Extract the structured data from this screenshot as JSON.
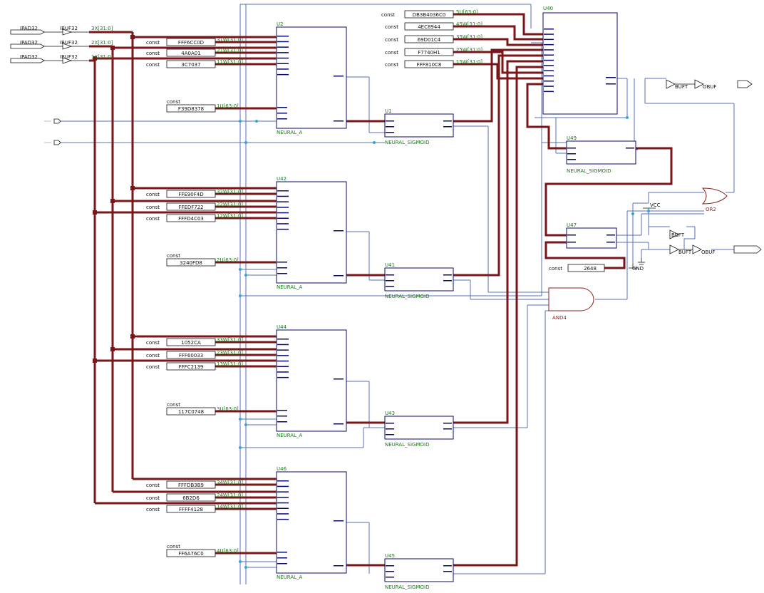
{
  "colors": {
    "bus": "#7a1518",
    "wire": "#5a6fb8",
    "junction": "#2fa8d8",
    "block": "#0a0a6e",
    "netlabel": "#1a7a1a",
    "text": "#111111",
    "gate": "#8a2020"
  },
  "inputs": [
    {
      "pad": "IPAD32",
      "buf": "IBUF32",
      "net": "3X[31:0]"
    },
    {
      "pad": "IPAD32",
      "buf": "IBUF32",
      "net": "2X[31:0]"
    },
    {
      "pad": "IPAD32",
      "buf": "IBUF32",
      "net": "1X[31:0]"
    }
  ],
  "const_word": "const",
  "neurons": [
    {
      "name": "U2",
      "type": "NEURAL_A",
      "weights": [
        {
          "value": "FFF6CC0D",
          "net": "31W[31:0]"
        },
        {
          "value": "4A0A01",
          "net": "21W[31:0]"
        },
        {
          "value": "3C7037",
          "net": "11W[31:0]"
        }
      ],
      "bias": {
        "value": "F39D8378",
        "net": "1U[63:0]"
      }
    },
    {
      "name": "U42",
      "type": "NEURAL_A",
      "weights": [
        {
          "value": "FFE90F4D",
          "net": "32W[31:0]"
        },
        {
          "value": "FFEDF722",
          "net": "22W[31:0]"
        },
        {
          "value": "FFFD4C03",
          "net": "12W[31:0]"
        }
      ],
      "bias": {
        "value": "3240FD8",
        "net": "2U[63:0]"
      }
    },
    {
      "name": "U44",
      "type": "NEURAL_A",
      "weights": [
        {
          "value": "1052CA",
          "net": "33W[31:0]"
        },
        {
          "value": "FFF60033",
          "net": "23W[31:0]"
        },
        {
          "value": "FFFC2139",
          "net": "13W[31:0]"
        }
      ],
      "bias": {
        "value": "117C0748",
        "net": "3U[63:0]"
      }
    },
    {
      "name": "U46",
      "type": "NEURAL_A",
      "weights": [
        {
          "value": "FFFDB3B9",
          "net": "34W[31:0]"
        },
        {
          "value": "6B2D6",
          "net": "24W[31:0]"
        },
        {
          "value": "FFFF4128",
          "net": "14W[31:0]"
        }
      ],
      "bias": {
        "value": "FF6A76C0",
        "net": "4U[63:0]"
      }
    }
  ],
  "sigmoids": [
    {
      "name": "U1",
      "type": "NEURAL_SIGMOID"
    },
    {
      "name": "U41",
      "type": "NEURAL_SIGMOID"
    },
    {
      "name": "U43",
      "type": "NEURAL_SIGMOID"
    },
    {
      "name": "U45",
      "type": "NEURAL_SIGMOID"
    }
  ],
  "output_neuron": {
    "name": "U40",
    "consts": [
      {
        "value": "DB3B4036C0",
        "net": "5U[63:0]"
      },
      {
        "value": "4EC8944",
        "net": "45W[31:0]"
      },
      {
        "value": "69D01C4",
        "net": "35W[31:0]"
      },
      {
        "value": "F7740H1",
        "net": "25W[31:0]"
      },
      {
        "value": "FFF810C8",
        "net": "15W[31:0]"
      }
    ]
  },
  "output_sigmoid": {
    "name": "U49",
    "type": "NEURAL_SIGMOID"
  },
  "comparator": {
    "name": "U47",
    "const": "2648"
  },
  "gates": {
    "and": "AND4",
    "or": "OR2",
    "bufts": [
      "BUFT",
      "BUFT",
      "BUFT"
    ],
    "obufs": [
      "OBUF",
      "OBUF"
    ],
    "vcc": "VCC",
    "gnd": "GND"
  }
}
